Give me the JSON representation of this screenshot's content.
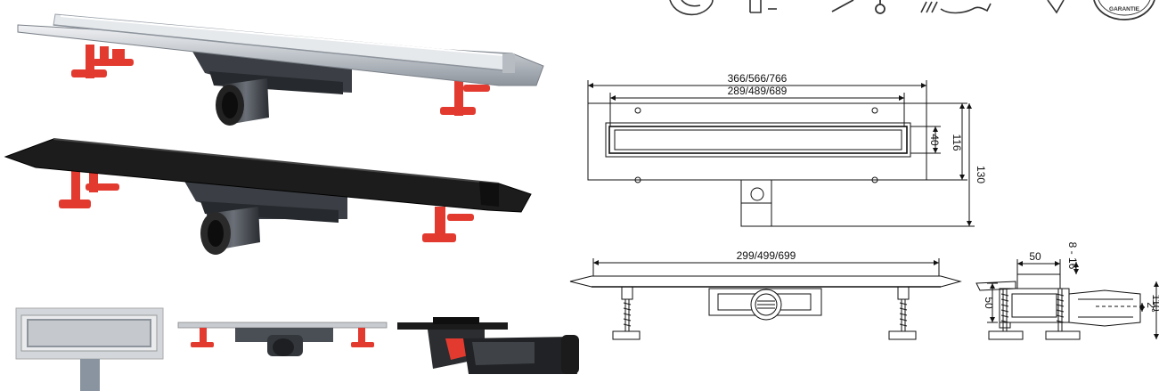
{
  "drawing_top": {
    "overall_length": "366/566/766",
    "grate_length": "289/489/689",
    "grate_width": "40",
    "total_width": "116",
    "clipped_right_label": "130"
  },
  "drawing_front": {
    "length": "299/499/699"
  },
  "drawing_side": {
    "top_width": "50",
    "adjust": "8 - 16",
    "height": "50",
    "slope": "2°",
    "clipped_right_label": "110"
  },
  "icons": [
    "leaf-icon",
    "water-tap-icon",
    "tool-icon",
    "hand-icon",
    "lightbulb-icon",
    "guarantee-seal-icon"
  ],
  "seal_text": "GARANTIE",
  "colors": {
    "foot": "#e8322c",
    "steel": "#c9cdd2",
    "black": "#1a1a1a",
    "line": "#111111"
  }
}
